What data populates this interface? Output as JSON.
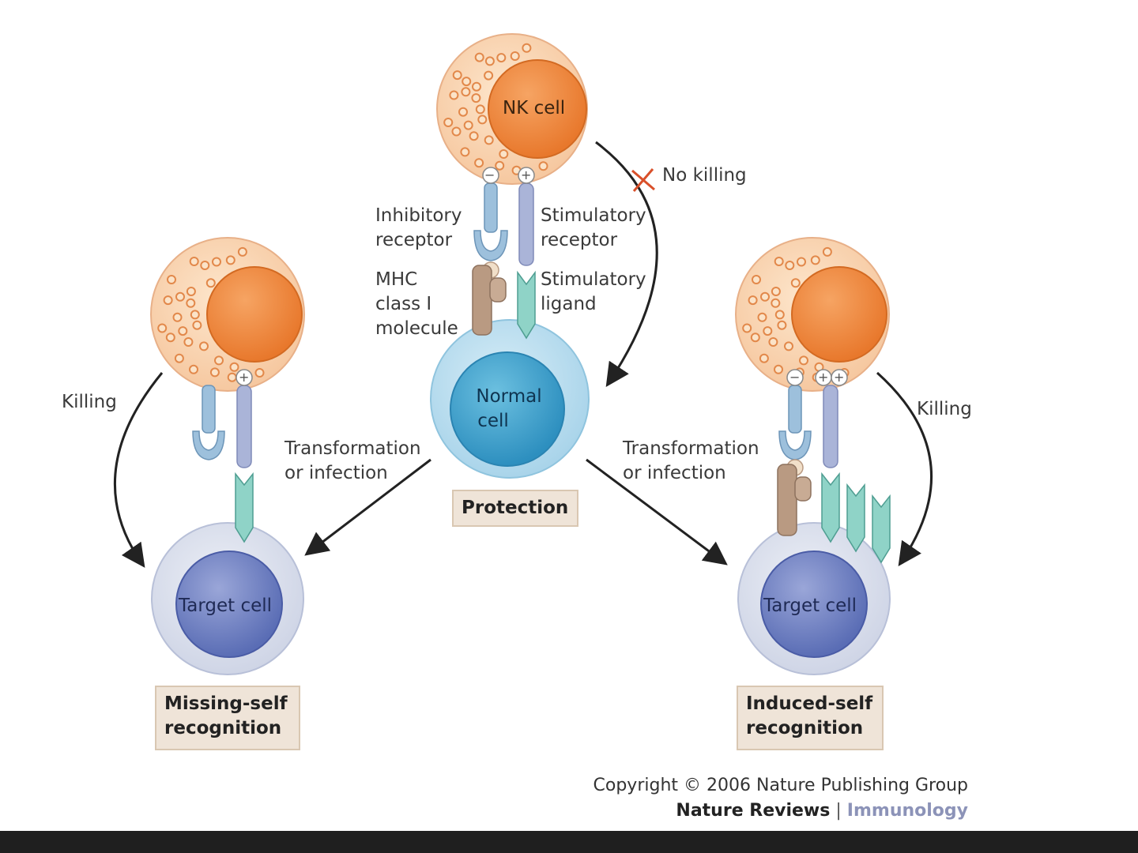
{
  "labels": {
    "nk_cell": "NK cell",
    "no_killing": "No killing",
    "inhibitory_receptor_1": "Inhibitory",
    "inhibitory_receptor_2": "receptor",
    "stimulatory_receptor_1": "Stimulatory",
    "stimulatory_receptor_2": "receptor",
    "mhc_1": "MHC",
    "mhc_2": "class I",
    "mhc_3": "molecule",
    "stimulatory_ligand_1": "Stimulatory",
    "stimulatory_ligand_2": "ligand",
    "normal_cell_1": "Normal",
    "normal_cell_2": "cell",
    "protection": "Protection",
    "killing_left": "Killing",
    "killing_right": "Killing",
    "transformation_left_1": "Transformation",
    "transformation_left_2": "or infection",
    "transformation_right_1": "Transformation",
    "transformation_right_2": "or infection",
    "target_cell_left": "Target cell",
    "target_cell_right": "Target cell",
    "missing_self_1": "Missing-self",
    "missing_self_2": "recognition",
    "induced_self_1": "Induced-self",
    "induced_self_2": "recognition"
  },
  "footer": {
    "copyright": "Copyright © 2006 Nature Publishing Group",
    "journal": "Nature Reviews",
    "separator": "|",
    "section": "Immunology"
  },
  "signs": {
    "minus": "−",
    "plus": "+"
  },
  "colors": {
    "nk_cytoplasm": "#fbd9b4",
    "nk_nucleus": "#ef8a3c",
    "granule": "#e2884a",
    "inhibitory_receptor": "#8fb6d6",
    "stimulatory_receptor": "#a9b3d6",
    "stimulatory_ligand": "#7fcabf",
    "mhc": "#b99a82",
    "normal_cell": "#bfe0ef",
    "normal_nucleus": "#3ea4cc",
    "target_cell": "#dde2ee",
    "target_nucleus": "#6e7fc0",
    "label_box": "#efe4d8",
    "immunology_text": "#8c93b8",
    "bottom_bar": "#1f1f1f"
  }
}
